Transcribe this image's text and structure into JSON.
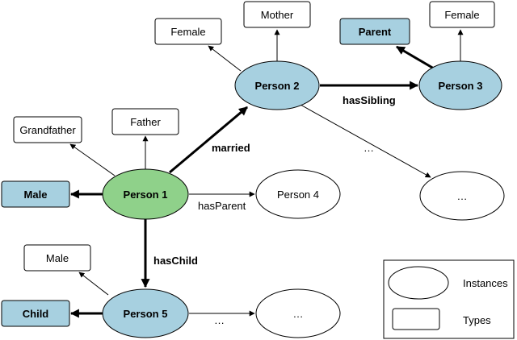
{
  "colors": {
    "green": "#8fd18a",
    "blue": "#a7d0e0",
    "white": "#ffffff",
    "stroke": "#000000"
  },
  "instances": {
    "person1": "Person 1",
    "person2": "Person 2",
    "person3": "Person 3",
    "person4": "Person 4",
    "person5": "Person 5",
    "unknown_right": "…",
    "unknown_bottom": "…"
  },
  "types": {
    "female_left": "Female",
    "mother": "Mother",
    "parent": "Parent",
    "female_right": "Female",
    "grandfather": "Grandfather",
    "father": "Father",
    "male_bold": "Male",
    "male": "Male",
    "child": "Child"
  },
  "edges": {
    "married": "married",
    "hasSibling": "hasSibling",
    "hasParent": "hasParent",
    "hasChild": "hasChild",
    "ellipsis_p2": "…",
    "ellipsis_p5": "…"
  },
  "legend": {
    "instances": "Instances",
    "types": "Types"
  }
}
